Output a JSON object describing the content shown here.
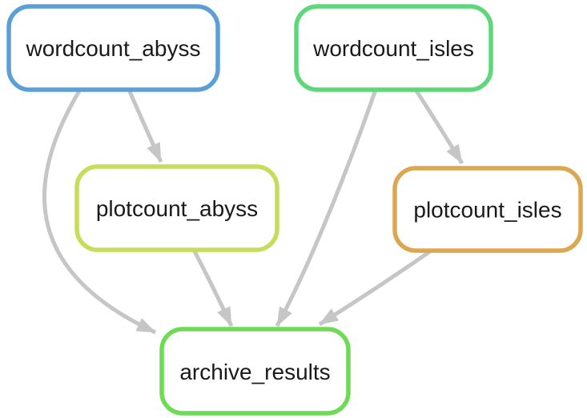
{
  "diagram": {
    "kind": "workflow-dag",
    "background": "#FFFFFF",
    "node_fill": "#FFFFFF",
    "text_color": "#1A1A1A",
    "edge_color": "#C6C6C6",
    "nodes": [
      {
        "id": "wordcount_abyss",
        "label": "wordcount_abyss",
        "border_color": "#5B9FD6"
      },
      {
        "id": "wordcount_isles",
        "label": "wordcount_isles",
        "border_color": "#5DD879"
      },
      {
        "id": "plotcount_abyss",
        "label": "plotcount_abyss",
        "border_color": "#C7DC58"
      },
      {
        "id": "plotcount_isles",
        "label": "plotcount_isles",
        "border_color": "#DCA751"
      },
      {
        "id": "archive_results",
        "label": "archive_results",
        "border_color": "#6FDB55"
      }
    ],
    "edges": [
      {
        "from": "wordcount_abyss",
        "to": "archive_results"
      },
      {
        "from": "wordcount_abyss",
        "to": "plotcount_abyss"
      },
      {
        "from": "wordcount_isles",
        "to": "archive_results"
      },
      {
        "from": "wordcount_isles",
        "to": "plotcount_isles"
      },
      {
        "from": "plotcount_abyss",
        "to": "archive_results"
      },
      {
        "from": "plotcount_isles",
        "to": "archive_results"
      }
    ]
  }
}
